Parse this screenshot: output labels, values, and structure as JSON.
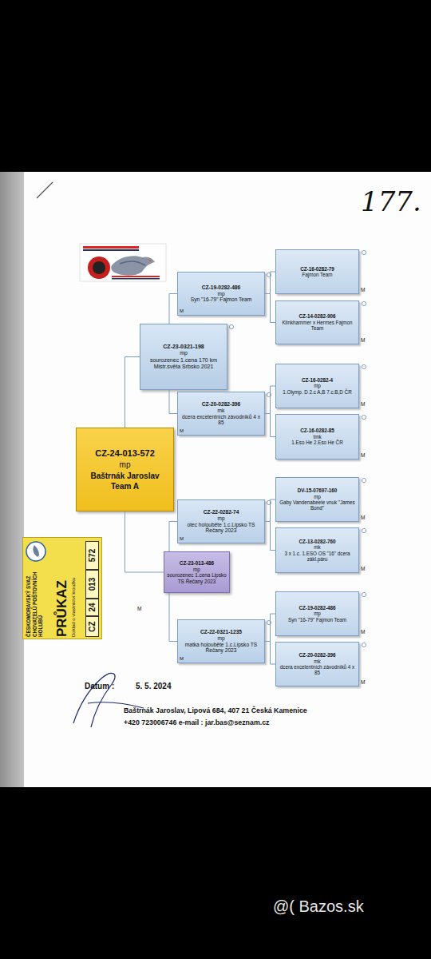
{
  "diagram": {
    "nodes": [
      {
        "text": [
          "CZ-24-013-572",
          "mp",
          "Baštrnák Jaroslav Team A"
        ]
      },
      {
        "text": [
          "CZ-23-0321-198",
          "mp",
          "sourozenec 1.cena 170 km Mistr.světa Srbsko 2021"
        ]
      },
      {
        "text": [
          "CZ-19-0282-486",
          "mp",
          "Syn \"16-79\" Fajmon Team"
        ]
      },
      {
        "text": [
          "CZ-16-0282-79",
          "Fajmon Team"
        ]
      },
      {
        "text": [
          "CZ-14-0282-906",
          "Klinkhammer x Hermes Fajmon Team"
        ]
      },
      {
        "text": [
          "CZ-20-0282-396",
          "mk",
          "dcera excelentních závodníků 4 x 85"
        ]
      },
      {
        "text": [
          "CZ-16-0282-4",
          "mp",
          "1.Olymp. D 2.c A,B 7.c.B,D ČR"
        ]
      },
      {
        "text": [
          "CZ-16-0282-85",
          "tmk",
          "1.Eso He 2.Eso He ČR"
        ]
      },
      {
        "text": [
          "CZ-23-013-486",
          "mp",
          "sourozenec 1.cena Lipsko TS Řečany 2023"
        ]
      },
      {
        "text": [
          "CZ-22-0282-74",
          "mp",
          "otec holouběte 1.c.Lipsko TS Řečany 2023"
        ]
      },
      {
        "text": [
          "DV-15-07697-160",
          "mp",
          "Gaby Vandenabeele vnuk \"James Bond\""
        ]
      },
      {
        "text": [
          "CZ-13-0282-760",
          "mk",
          "3 x 1.c. 1.ESO OS \"16\" dcera zákl.páru"
        ]
      },
      {
        "text": [
          "CZ-22-0321-1235",
          "mp",
          "matka holouběte 1.c.Lipsko TS Řečany 2023"
        ]
      },
      {
        "text": [
          "CZ-19-0282-486",
          "mp",
          "Syn \"16-79\" Fajmon Team"
        ]
      },
      {
        "text": [
          "CZ-20-0282-396",
          "mk",
          "dcera excelentních závodníků 4 x 85"
        ]
      },
      {
        "text": [
          "ČESKOMORAVSKÝ SVAZ CHOVATELŮ POŠTOVNÍCH HOLUBŮ",
          "PRŮKAZ",
          "Doklad o vlastnictví kroužku",
          "CZ",
          "24",
          "013",
          "572"
        ]
      }
    ],
    "edges": [
      {
        "from": 0,
        "to": 1,
        "arrow": "none"
      },
      {
        "from": 0,
        "to": 8,
        "arrow": "none"
      },
      {
        "from": 1,
        "to": 2,
        "arrow": "none"
      },
      {
        "from": 1,
        "to": 5,
        "arrow": "none"
      },
      {
        "from": 2,
        "to": 3,
        "arrow": "none"
      },
      {
        "from": 2,
        "to": 4,
        "arrow": "none"
      },
      {
        "from": 5,
        "to": 6,
        "arrow": "none"
      },
      {
        "from": 5,
        "to": 7,
        "arrow": "none"
      },
      {
        "from": 8,
        "to": 9,
        "arrow": "none"
      },
      {
        "from": 8,
        "to": 12,
        "arrow": "none"
      },
      {
        "from": 9,
        "to": 10,
        "arrow": "none"
      },
      {
        "from": 9,
        "to": 11,
        "arrow": "none"
      },
      {
        "from": 12,
        "to": 13,
        "arrow": "none"
      },
      {
        "from": 12,
        "to": 14,
        "arrow": "none"
      }
    ],
    "labels": [
      "177.",
      "M",
      "M",
      "M",
      "M",
      "M",
      "M",
      "M",
      "M",
      "M",
      "M",
      "M",
      "M",
      "M",
      "Datum :",
      "5. 5. 2024",
      "Baštrnák Jaroslav, Lipová 684, 407 21 Česká Kamenice",
      "+420 723006746 e-mail : jar.bas@seznam.cz",
      "@( Bazos.sk"
    ]
  }
}
